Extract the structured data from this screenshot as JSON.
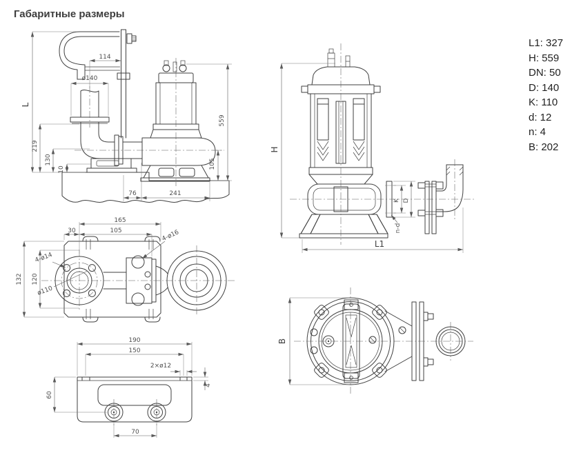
{
  "page": {
    "title": "Габаритные размеры"
  },
  "colors": {
    "line": "#3f3f3f",
    "dim": "#5a5a5a",
    "text": "#1f1f1f"
  },
  "specs": {
    "items": [
      {
        "label": "L1",
        "value": "327",
        "text": "L1: 327"
      },
      {
        "label": "H",
        "value": "559",
        "text": "H: 559"
      },
      {
        "label": "DN",
        "value": "50",
        "text": "DN: 50"
      },
      {
        "label": "D",
        "value": "140",
        "text": "D: 140"
      },
      {
        "label": "K",
        "value": "110",
        "text": "K: 110"
      },
      {
        "label": "d",
        "value": "12",
        "text": "d: 12"
      },
      {
        "label": "n",
        "value": "4",
        "text": "n: 4"
      },
      {
        "label": "B",
        "value": "202",
        "text": "B: 202"
      }
    ]
  },
  "drawings": {
    "side_view": {
      "dims": {
        "L": "L",
        "w114": "114",
        "dia140": "ø140",
        "h219": "219",
        "h130": "130",
        "h10": "10",
        "h559": "559",
        "h105": "105",
        "w76": "76",
        "w241": "241"
      }
    },
    "coupling_top": {
      "dims": {
        "w165": "165",
        "w30": "30",
        "w105": "105",
        "holes16": "4-ø16",
        "holes14": "4-ø14",
        "dia110": "ø110",
        "h132": "132",
        "h120": "120"
      }
    },
    "plate": {
      "dims": {
        "w190": "190",
        "w150": "150",
        "holes12": "2×ø12",
        "h60": "60",
        "t4": "4",
        "w70": "70"
      }
    },
    "section": {
      "dims": {
        "H": "H",
        "K": "K",
        "D": "D",
        "nd": "n-d",
        "L1": "L1"
      }
    },
    "top_view": {
      "dims": {
        "B": "B"
      }
    }
  }
}
